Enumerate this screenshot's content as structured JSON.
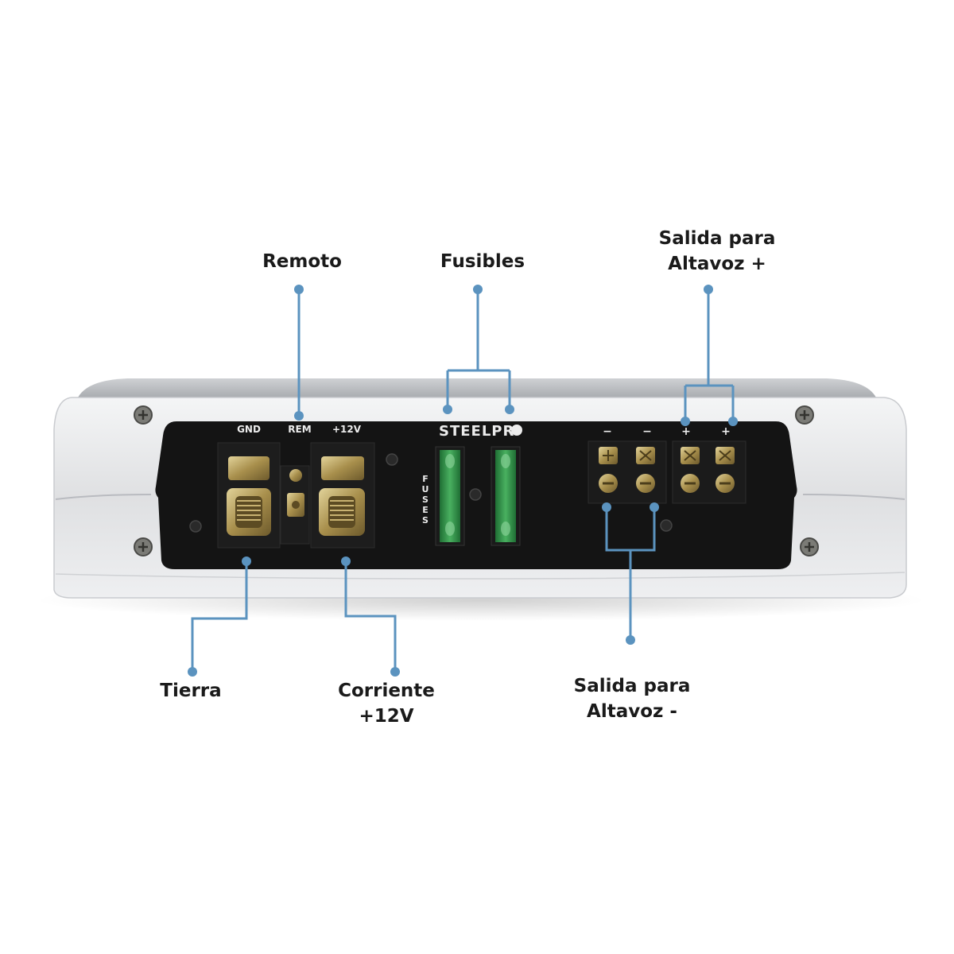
{
  "callouts": {
    "remoto": "Remoto",
    "fusibles": "Fusibles",
    "salida_positiva": {
      "line1": "Salida para",
      "line2": "Altavoz +"
    },
    "tierra": "Tierra",
    "corriente": {
      "line1": "Corriente",
      "line2": "+12V"
    },
    "salida_negativa": {
      "line1": "Salida para",
      "line2": "Altavoz -"
    }
  },
  "panel": {
    "brand": "STEELPR",
    "gnd": "GND",
    "rem": "REM",
    "v12": "+12V",
    "fuses": [
      "F",
      "U",
      "S",
      "E",
      "S"
    ],
    "minus": "−",
    "plus": "+"
  },
  "colors": {
    "callout_line": "#5b93bf",
    "housing": "#e4e5e7",
    "panel": "#141414",
    "fuse": "#2e8a44",
    "gold": "#b49b58",
    "label_text": "#1a1a1a"
  }
}
